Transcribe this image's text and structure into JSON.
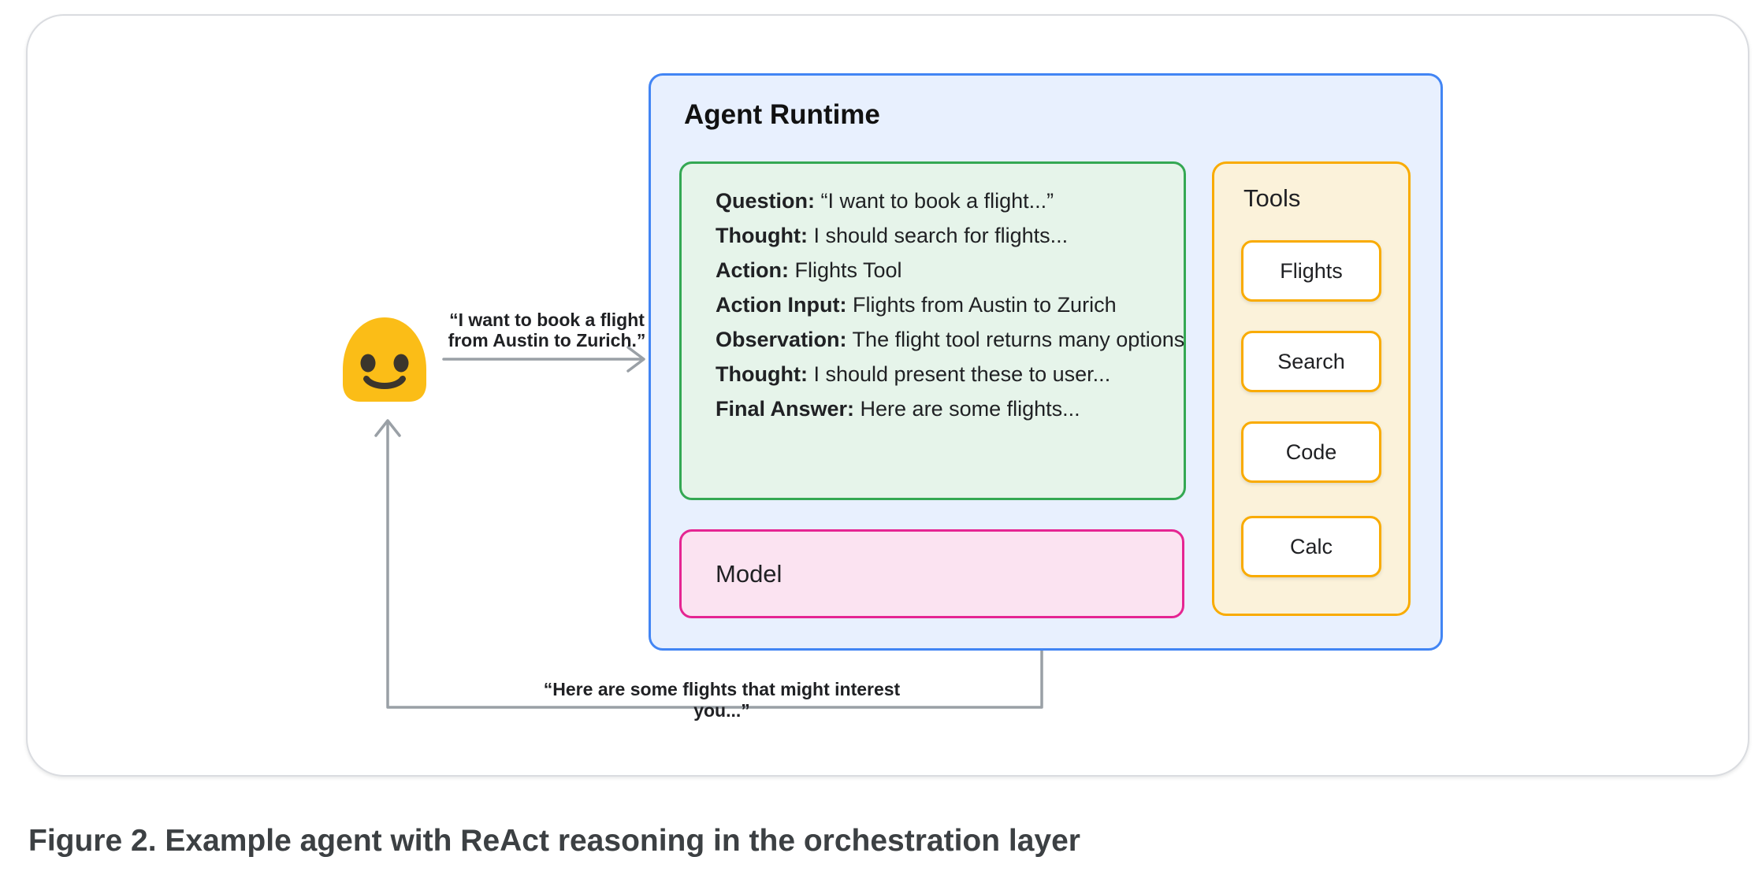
{
  "figure": {
    "caption": "Figure 2. Example agent with ReAct reasoning in the orchestration layer"
  },
  "user": {
    "request_line1": "“I want to book a flight",
    "request_line2": "from Austin to Zurich.”",
    "response_label": "“Here are some flights that might interest you...”"
  },
  "agent_runtime": {
    "title": "Agent Runtime",
    "trace": {
      "lines": [
        {
          "label": "Question:",
          "text": " “I want to book a flight...”"
        },
        {
          "label": "Thought:",
          "text": " I should search for flights..."
        },
        {
          "label": "Action:",
          "text": " Flights Tool"
        },
        {
          "label": "Action Input:",
          "text": " Flights from Austin to Zurich"
        },
        {
          "label": "Observation:",
          "text": " The flight tool returns many options"
        },
        {
          "label": "Thought:",
          "text": " I should present these to user..."
        },
        {
          "label": "Final Answer:",
          "text": " Here are some flights..."
        }
      ]
    },
    "model_label": "Model",
    "tools": {
      "title": "Tools",
      "items": [
        "Flights",
        "Search",
        "Code",
        "Calc"
      ]
    }
  },
  "icons": {
    "user": "smiling-blob-emoji",
    "request_arrow": "arrow-right",
    "response_arrow": "elbow-arrow-up"
  },
  "colors": {
    "card_border": "#DADCE0",
    "agent_box_border": "#4285F4",
    "agent_box_bg": "#E8F0FE",
    "trace_box_border": "#34A853",
    "trace_box_bg": "#E6F4EA",
    "model_box_border": "#E52592",
    "model_box_bg": "#FBE3F1",
    "tools_box_border": "#F9AB00",
    "tools_box_bg": "#FBF2DA",
    "tool_button_bg": "#FFFFFF",
    "arrow_gray": "#9AA0A6",
    "emoji_yellow": "#FBBD17",
    "emoji_features": "#3B352C",
    "text_dark": "#202124",
    "caption_color": "#3C4043"
  }
}
